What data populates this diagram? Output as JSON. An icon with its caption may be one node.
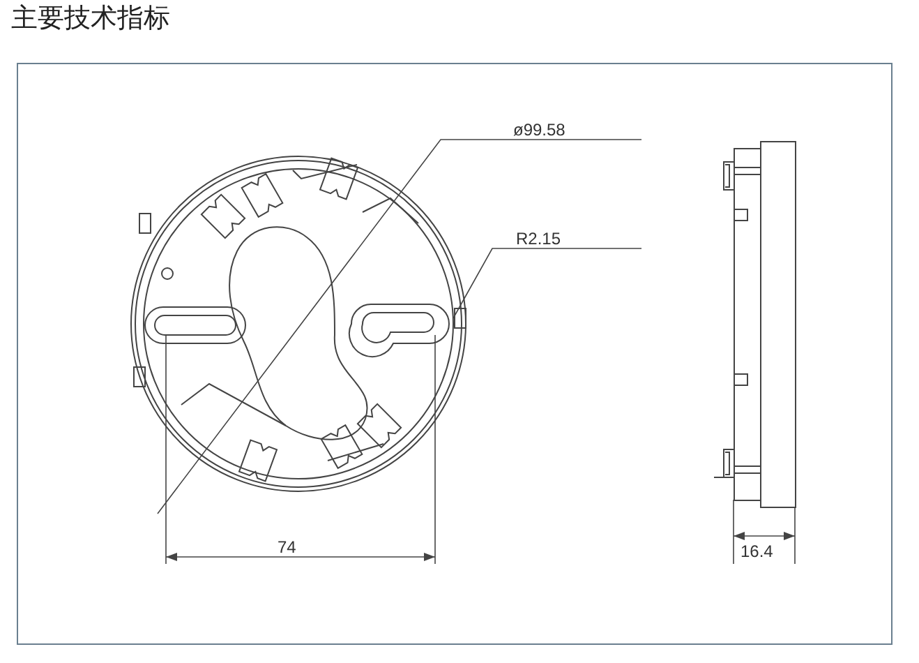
{
  "diagram": {
    "title": "主要技术指标",
    "labels": [
      "ø99.58",
      "R2.15",
      "74",
      "16.4"
    ]
  }
}
